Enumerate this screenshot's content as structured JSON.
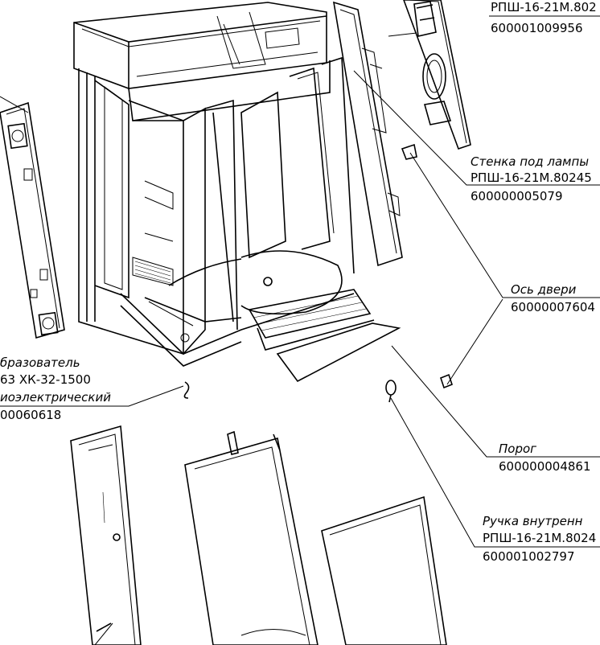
{
  "callouts": [
    {
      "id": "top",
      "name": "",
      "name2": "",
      "line1": "РПШ-16-21М.802",
      "code": "600001009956"
    },
    {
      "id": "wall",
      "name": "Стенка под лампы",
      "line1": "РПШ-16-21М.80245",
      "code": "600000005079"
    },
    {
      "id": "axis",
      "name": "Ось двери",
      "line1": "",
      "code": "60000007604"
    },
    {
      "id": "threshold",
      "name": "Порог",
      "line1": "",
      "code": "600000004861"
    },
    {
      "id": "handle",
      "name": "Ручка внутренн",
      "line1": "РПШ-16-21М.8024",
      "code": "600001002797"
    },
    {
      "id": "converter",
      "name": "бразователь",
      "line1": "63 ХК-32-1500",
      "line2": "иоэлектрический",
      "code": "00060618"
    }
  ],
  "icons": {
    "fan": "fan-icon"
  }
}
